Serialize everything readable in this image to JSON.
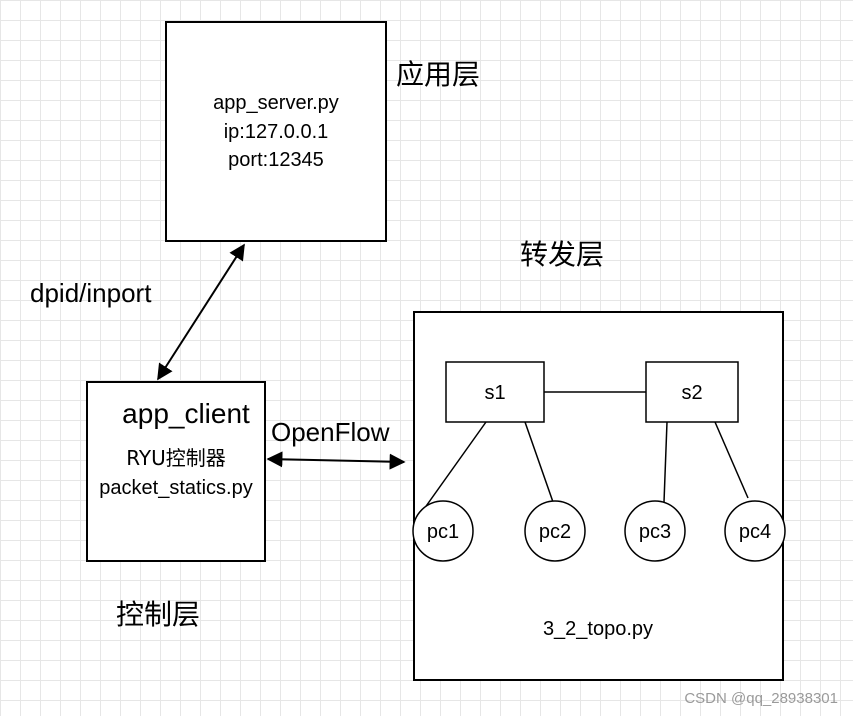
{
  "app_server_box": {
    "line1": "app_server.py",
    "line2": "ip:127.0.0.1",
    "line3": "port:12345"
  },
  "layers": {
    "application": "应用层",
    "forwarding": "转发层",
    "control": "控制层"
  },
  "edge_labels": {
    "dpid_inport": "dpid/inport",
    "openflow": "OpenFlow"
  },
  "app_client_box": {
    "title": "app_client",
    "controller": "RYU控制器",
    "script": "packet_statics.py"
  },
  "topology": {
    "switches": [
      "s1",
      "s2"
    ],
    "hosts": [
      "pc1",
      "pc2",
      "pc3",
      "pc4"
    ],
    "script": "3_2_topo.py"
  },
  "watermark": "CSDN @qq_28938301",
  "colors": {
    "stroke": "#000000",
    "background": "#ffffff",
    "grid": "#e6e6e6",
    "watermark": "#9a9a9a"
  }
}
